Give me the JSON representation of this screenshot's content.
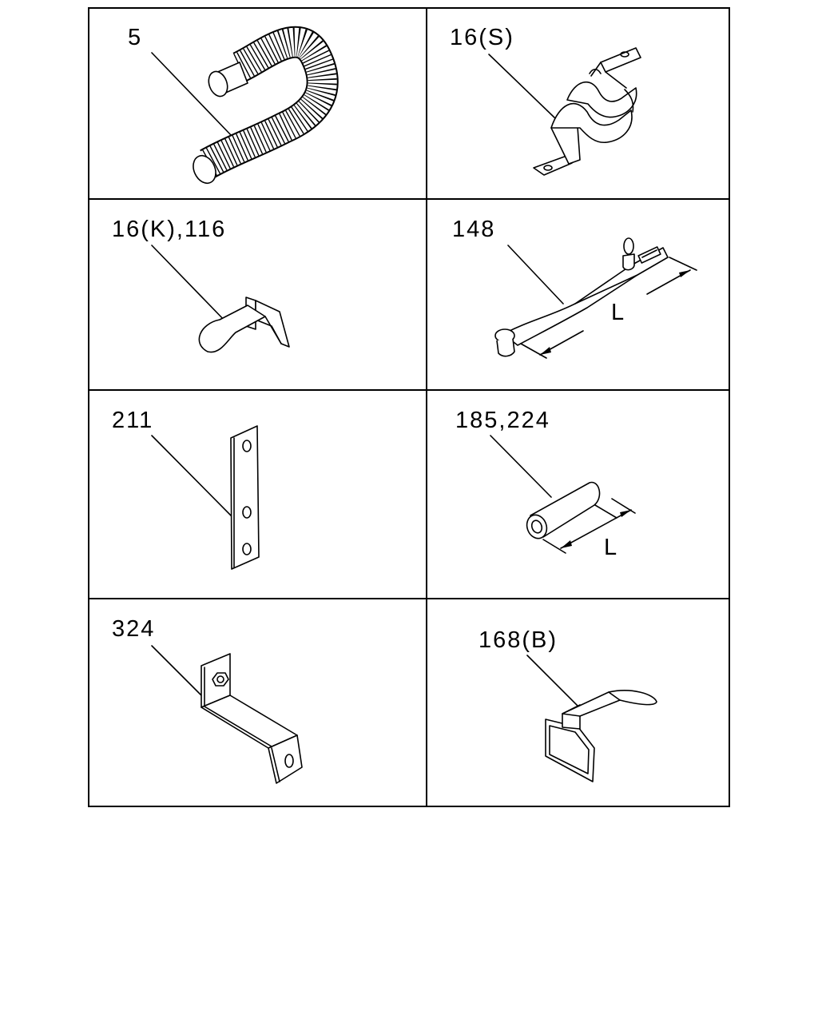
{
  "cells": [
    {
      "id": "cell-1",
      "label": "5",
      "part": "corrugated-hose"
    },
    {
      "id": "cell-2",
      "label": "16(S)",
      "part": "pipe-clamp-bracket"
    },
    {
      "id": "cell-3",
      "label": "16(K),116",
      "part": "bent-clip"
    },
    {
      "id": "cell-4",
      "label": "148",
      "part": "strap-with-grommet"
    },
    {
      "id": "cell-5",
      "label": "211",
      "part": "flat-plate-3-holes"
    },
    {
      "id": "cell-6",
      "label": "185,224",
      "part": "tube-spacer"
    },
    {
      "id": "cell-7",
      "label": "324",
      "part": "z-bracket-with-nut"
    },
    {
      "id": "cell-8",
      "label": "168(B)",
      "part": "clip-with-frame-plate"
    }
  ],
  "dimensions": {
    "strap_length": "L",
    "spacer_length": "L"
  },
  "colors": {
    "line": "#000000",
    "background": "#ffffff"
  }
}
